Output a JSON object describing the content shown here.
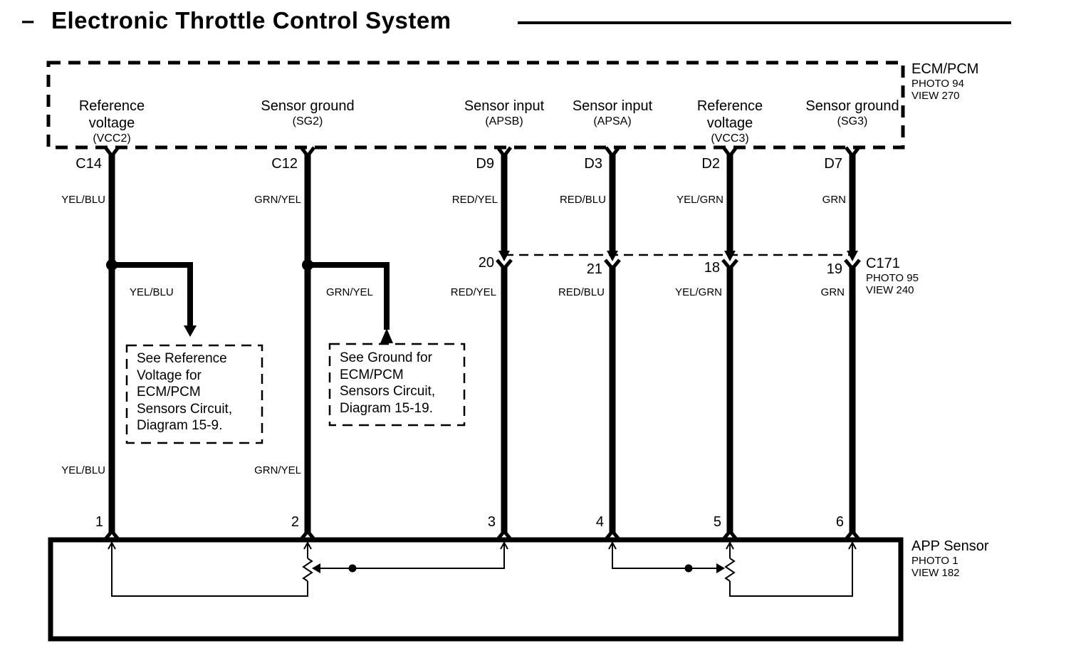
{
  "diagram": {
    "title": "Electronic Throttle Control System",
    "title_dash": "–"
  },
  "ecm_pcm": {
    "label": "ECM/PCM",
    "photo": "PHOTO 94",
    "view": "VIEW 270"
  },
  "c171": {
    "label": "C171",
    "photo": "PHOTO 95",
    "view": "VIEW 240"
  },
  "app_sensor": {
    "label": "APP Sensor",
    "photo": "PHOTO 1",
    "view": "VIEW 182"
  },
  "columns": [
    {
      "function": "Reference voltage",
      "signal": "(VCC2)",
      "ecm_pin": "C14",
      "wire_color": "YEL/BLU",
      "app_pin": "1"
    },
    {
      "function": "Sensor ground",
      "signal": "(SG2)",
      "ecm_pin": "C12",
      "wire_color": "GRN/YEL",
      "app_pin": "2"
    },
    {
      "function": "Sensor input",
      "signal": "(APSB)",
      "ecm_pin": "D9",
      "wire_color": "RED/YEL",
      "c171_pin": "20",
      "app_pin": "3"
    },
    {
      "function": "Sensor input",
      "signal": "(APSA)",
      "ecm_pin": "D3",
      "wire_color": "RED/BLU",
      "c171_pin": "21",
      "app_pin": "4"
    },
    {
      "function": "Reference voltage",
      "signal": "(VCC3)",
      "ecm_pin": "D2",
      "wire_color": "YEL/GRN",
      "c171_pin": "18",
      "app_pin": "5"
    },
    {
      "function": "Sensor ground",
      "signal": "(SG3)",
      "ecm_pin": "D7",
      "wire_color": "GRN",
      "c171_pin": "19",
      "app_pin": "6"
    }
  ],
  "notes": [
    {
      "lines": [
        "See Reference",
        "Voltage for",
        "ECM/PCM",
        "Sensors Circuit,",
        "Diagram 15-9."
      ]
    },
    {
      "lines": [
        "See Ground for",
        "ECM/PCM",
        "Sensors Circuit,",
        "Diagram 15-19."
      ]
    }
  ],
  "colors": {
    "ink": "#000000",
    "background": "#ffffff"
  }
}
